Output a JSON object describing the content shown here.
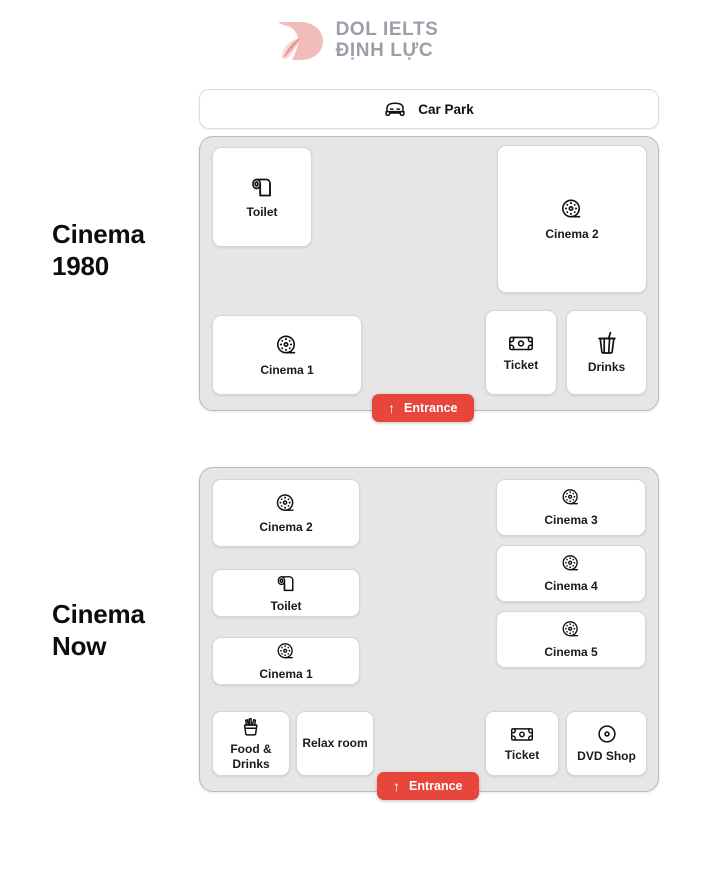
{
  "brand": {
    "line1": "DOL IELTS",
    "line2": "ĐỊNH LỰC",
    "mark_icon": "dol-leaf-logo",
    "text_color": "#9aa0a8",
    "mark_color": "#efb3b0"
  },
  "carpark": {
    "label": "Car Park",
    "icon": "car-icon"
  },
  "accent_color": "#e8453c",
  "map_background": "#e6e6e6",
  "sections": [
    {
      "id": "1980",
      "title": "Cinema\n1980",
      "title_line1": "Cinema",
      "title_line2": "1980",
      "entrance": {
        "label": "Entrance",
        "arrow": "↑"
      },
      "rooms": [
        {
          "label": "Toilet",
          "icon": "toilet-paper-icon"
        },
        {
          "label": "Cinema 2",
          "icon": "film-reel-icon"
        },
        {
          "label": "Cinema 1",
          "icon": "film-reel-icon"
        },
        {
          "label": "Ticket",
          "icon": "banknote-icon"
        },
        {
          "label": "Drinks",
          "icon": "drink-cup-icon"
        }
      ]
    },
    {
      "id": "now",
      "title": "Cinema\nNow",
      "title_line1": "Cinema",
      "title_line2": "Now",
      "entrance": {
        "label": "Entrance",
        "arrow": "↑"
      },
      "rooms": [
        {
          "label": "Cinema 2",
          "icon": "film-reel-icon"
        },
        {
          "label": "Toilet",
          "icon": "toilet-paper-icon"
        },
        {
          "label": "Cinema 1",
          "icon": "film-reel-icon"
        },
        {
          "label": "Cinema 3",
          "icon": "film-reel-icon"
        },
        {
          "label": "Cinema 4",
          "icon": "film-reel-icon"
        },
        {
          "label": "Cinema 5",
          "icon": "film-reel-icon"
        },
        {
          "label": "Food &\nDrinks",
          "icon": "fries-icon"
        },
        {
          "label": "Relax room",
          "icon": "none"
        },
        {
          "label": "Ticket",
          "icon": "banknote-icon"
        },
        {
          "label": "DVD Shop",
          "icon": "disc-icon"
        }
      ]
    }
  ]
}
